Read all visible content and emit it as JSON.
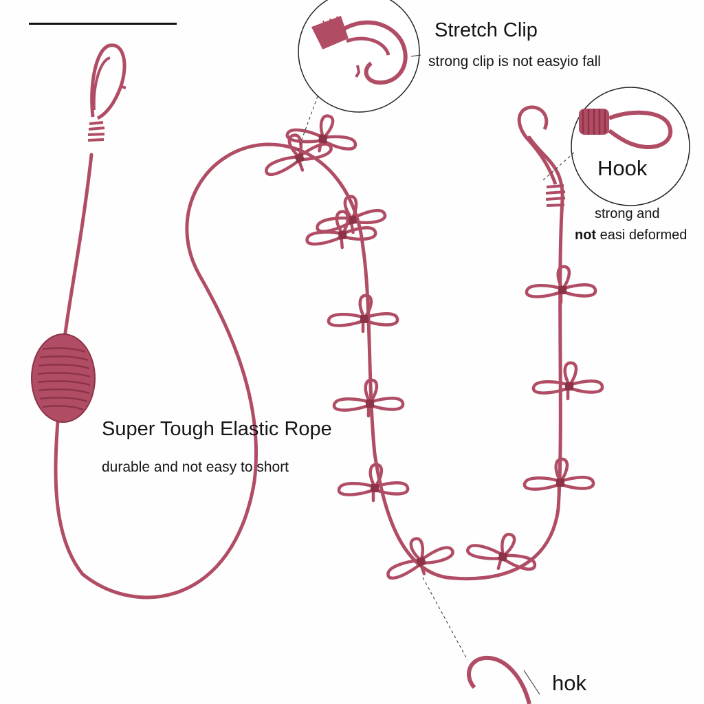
{
  "colors": {
    "rope": "#b04d65",
    "rope_dark": "#8d3348",
    "background": "#fefefe",
    "text": "#151515",
    "callout_line": "#2a2a2a"
  },
  "callouts": {
    "stretch_clip": {
      "title": "Stretch Clip",
      "subtitle": "strong clip is not easyio fall"
    },
    "hook": {
      "title": "Hook",
      "line1": "strong and",
      "line2_bold": "not",
      "line2_rest": " easi deformed"
    },
    "rope": {
      "title": "Super Tough Elastic  Rope",
      "subtitle": "durable and not easy to short"
    },
    "bottom_hook": {
      "title": "hok"
    }
  },
  "product": {
    "name": "elastic clothesline with clips",
    "clip_count": 12,
    "hook_count": 2
  }
}
